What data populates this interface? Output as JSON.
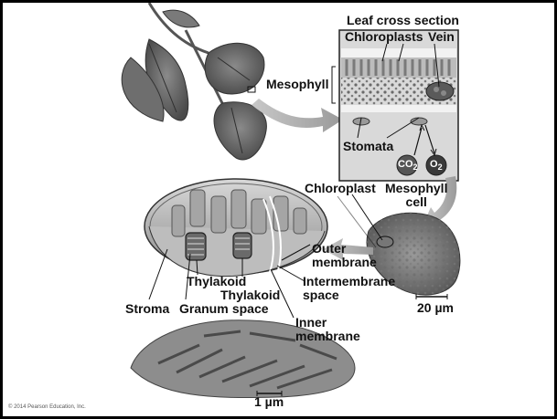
{
  "labels": {
    "leaf_cross_section": "Leaf cross section",
    "chloroplasts": "Chloroplasts",
    "vein": "Vein",
    "mesophyll": "Mesophyll",
    "stomata": "Stomata",
    "co2": "CO",
    "co2_sub": "2",
    "o2": "O",
    "o2_sub": "2",
    "chloroplast": "Chloroplast",
    "mesophyll_cell_line1": "Mesophyll",
    "mesophyll_cell_line2": "cell",
    "outer_membrane_line1": "Outer",
    "outer_membrane_line2": "membrane",
    "intermembrane_line1": "Intermembrane",
    "intermembrane_line2": "space",
    "inner_membrane_line1": "Inner",
    "inner_membrane_line2": "membrane",
    "thylakoid": "Thylakoid",
    "thylakoid_space_line1": "Thylakoid",
    "thylakoid_space_line2": "space",
    "stroma": "Stroma",
    "granum": "Granum",
    "scale_20": "20 µm",
    "scale_1": "1 µm",
    "copyright": "© 2014 Pearson Education, Inc."
  }
}
